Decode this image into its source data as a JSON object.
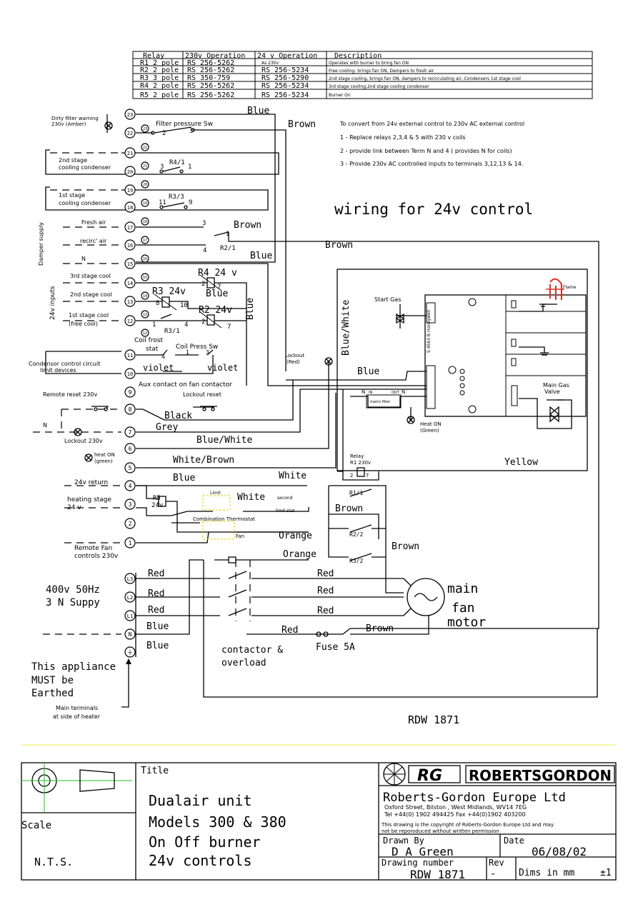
{
  "relay_table": {
    "headers": [
      "Relay",
      "230v Operation",
      "24 v Operation",
      "Description"
    ],
    "rows": [
      [
        "R1 2 pole",
        "RS 256-5262",
        "As 230v",
        "Operates with burner to bring fan ON"
      ],
      [
        "R2 2 pole",
        "RS 256-5262",
        "RS 256-5234",
        "Free cooling- brings fan ON, Dampers to fresh air"
      ],
      [
        "R3 3 pole",
        "RS 350-759",
        "RS 256-5290",
        "2nd stage cooling, brings fan ON, dampers to recirculating air, Condensers 1st stage cool"
      ],
      [
        "R4 2 pole",
        "RS 256-5262",
        "RS 256-5234",
        "3rd stage cooling,2nd stage cooling condenser"
      ],
      [
        "R5 2 pole",
        "RS 256-5262",
        "RS 256-5234",
        "Burner On"
      ]
    ]
  },
  "notes": {
    "heading": "To convert from 24v  external control to 230v AC external  control",
    "items": [
      "1 - Replace relays 2,3,4 & 5 with 230 v coils",
      "2 - provide link between Term N and 4 ( provides  N for coils)",
      "3 - Provide 230v AC controlled inputs to terminals 3,12,13 & 14."
    ]
  },
  "diagram_title": "wiring  for 24v control",
  "terminals": [
    "23",
    "22",
    "21",
    "20",
    "19",
    "18",
    "17",
    "16",
    "15",
    "14",
    "13",
    "12",
    "11",
    "10",
    "9",
    "8",
    "7",
    "6",
    "5",
    "4",
    "3",
    "2",
    "1",
    "L3",
    "L2",
    "L1",
    "N",
    "⏚"
  ],
  "small_terminals": [
    "23",
    "22",
    "21",
    "20",
    "19",
    "18",
    "17",
    "16",
    "15",
    "14",
    "13",
    "12"
  ],
  "labels": {
    "dirty_filter": "Dirty filter warning",
    "dirty_filter_2": "230v (Amber)",
    "filter_pressure": "Filter pressure Sw",
    "second_stage_cond": "2nd stage",
    "second_stage_cond_2": "cooling condenser",
    "first_stage_cond": "1st stage",
    "first_stage_cond_2": "cooling condenser",
    "damper_supply": "Damper supply",
    "fresh_air": "Fresh air",
    "recirc_air": "recirc' air",
    "n": "N",
    "inputs_24v": "24v inputs",
    "third_stage": "3rd stage cool",
    "second_stage": "2nd stage cool",
    "first_stage": "1st stage cool",
    "free_cool": "(free cool)",
    "coil_frost": "Coil frost",
    "stat": "stat",
    "coil_press": "Coil Press Sw",
    "condensor_ctrl": "Condensor control circuit",
    "limit_devices": "limit devices",
    "aux_contact": "Aux contact on fan contactor",
    "remote_reset": "Remote reset 230v",
    "lockout_reset": "Lockout reset",
    "lockout_230": "Lockout 230v",
    "heat_on": "heat ON",
    "green": "(green)",
    "return_24v": "24v return",
    "heating_stage": "heating stage",
    "heating_24": "24 v",
    "remote_fan": "Remote Fan",
    "controls_230": "controls 230v",
    "supply_1": "400v 50Hz",
    "supply_2": "3 N Suppy",
    "earth_1": "This appliance",
    "earth_2": "MUST be",
    "earth_3": "Earthed",
    "main_terms_1": "Main terminals",
    "main_terms_2": "at side of heater",
    "start_gas": "Start Gas",
    "lockout_red": "Lockout",
    "lockout_red_2": "(Red)",
    "honeywell": "S 4563 B Honeywell",
    "mains_filter": "mains filter",
    "in": "IN",
    "out": "OUT",
    "heat_on_2": "Heat ON",
    "green_2": "(Green)",
    "flame": "Flame",
    "main_gas": "Main Gas",
    "valve": "Valve",
    "relay": "Relay",
    "relay_r1": "R1 230v",
    "r1_1": "R1/1",
    "r2_2": "R2/2",
    "r3_2": "R3/2",
    "r2_1": "R2/1",
    "r3_1": "R3/1",
    "r4_1": "R4/1",
    "r3_3": "R3/3",
    "r5": "R5",
    "r5_v": "24v",
    "limit": "Limit",
    "second_limit": "second",
    "second_limit_2": "limit stat",
    "combi_stat": "Combination Thermostat",
    "fan": "Fan",
    "contactor": "contactor &",
    "overload": "overload",
    "fuse": "Fuse 5A",
    "motor_1": "main",
    "motor_2": "fan",
    "motor_3": "motor",
    "drawing_no_main": "RDW 1871"
  },
  "relay_coils": {
    "r4": "R4 24 v",
    "r3": "R3 24v",
    "r2": "R2 24v"
  },
  "wire_colors": {
    "blue": "Blue",
    "brown": "Brown",
    "blue_white": "Blue/White",
    "black": "Black",
    "grey": "Grey",
    "white_brown": "White/Brown",
    "white": "White",
    "orange": "Orange",
    "red": "Red",
    "yellow": "Yellow",
    "violet": "violet"
  },
  "pins": {
    "p2": "2",
    "p3": "3",
    "p1": "1",
    "p4": "4",
    "p7": "7",
    "p8": "8",
    "p10": "10",
    "p11": "11",
    "p9": "9",
    "p5": "5",
    "p6": "6"
  },
  "title_block": {
    "title_label": "Title",
    "title_lines": [
      "Dualair unit",
      "Models 300 & 380",
      "On Off burner",
      "24v controls"
    ],
    "scale_label": "Scale",
    "scale_value": "N.T.S.",
    "logo_initials": "RG",
    "logo_text": "ROBERTSGORDON",
    "company": "Roberts-Gordon Europe Ltd",
    "address": "Oxford Street, Bilston , West Midlands, WV14 7EG",
    "phone": "Tel +44(0) 1902 494425  Fax +44(0)1902 403200",
    "copyright": "This drawing is the copyright of Roberts-Gordon Europe Ltd and may",
    "copyright_2": "not be reporoduced without written permission",
    "drawn_by_label": "Drawn By",
    "drawn_by": "D A Green",
    "date_label": "Date",
    "date": "06/08/02",
    "drawing_number_label": "Drawing number",
    "drawing_number": "RDW 1871",
    "rev_label": "Rev",
    "rev": "-",
    "dims": "Dims in mm",
    "tolerance": "±1"
  },
  "colors": {
    "separator_line": "#f2f08a",
    "crosshair_green": "#19c219",
    "yellow_box": "#e6d000",
    "flame_red": "#e03020"
  }
}
